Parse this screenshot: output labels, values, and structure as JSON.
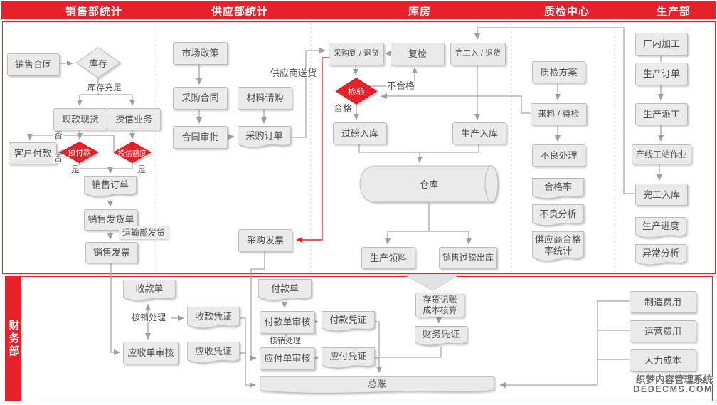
{
  "header": {
    "columns": [
      {
        "id": "sales",
        "label": "销售部统计"
      },
      {
        "id": "supply",
        "label": "供应部统计"
      },
      {
        "id": "warehouse",
        "label": "库房"
      },
      {
        "id": "qc",
        "label": "质检中心"
      },
      {
        "id": "production",
        "label": "生产部"
      }
    ]
  },
  "finance_section": {
    "label": "财务部"
  },
  "nodes": {
    "sales_contract": {
      "label": "销售合同"
    },
    "stock": {
      "label": "库存"
    },
    "cash_spot": {
      "label": "现款现货"
    },
    "credit_business": {
      "label": "授信业务"
    },
    "customer_payment": {
      "label": "客户付款"
    },
    "prepayment": {
      "label": "预付款"
    },
    "credit_limit": {
      "label": "授信额度"
    },
    "sales_order": {
      "label": "销售订单"
    },
    "sales_delivery_note": {
      "label": "销售发货单"
    },
    "sales_invoice": {
      "label": "销售发票"
    },
    "market_policy": {
      "label": "市场政策"
    },
    "purchase_contract": {
      "label": "采购合同"
    },
    "contract_approval": {
      "label": "合同审批"
    },
    "material_request": {
      "label": "材料请购"
    },
    "purchase_order": {
      "label": "采购订单"
    },
    "purchase_invoice": {
      "label": "采购发票"
    },
    "purchase_receipt_return": {
      "label": "采购到 / 退货"
    },
    "recheck": {
      "label": "复检"
    },
    "finished_in_return": {
      "label": "完工入 / 退货"
    },
    "inspection": {
      "label": "检验"
    },
    "weigh_in": {
      "label": "过磅入库"
    },
    "production_in": {
      "label": "生产入库"
    },
    "warehouse": {
      "label": "仓库"
    },
    "production_picking": {
      "label": "生产领料"
    },
    "sales_weigh_out": {
      "label": "销售过磅出库"
    },
    "qc_plan": {
      "label": "质检方案"
    },
    "incoming_pending": {
      "label": "来料 / 待检"
    },
    "defect_handling": {
      "label": "不良处理"
    },
    "pass_rate": {
      "label": "合格率"
    },
    "defect_analysis": {
      "label": "不良分析"
    },
    "supplier_pass_rate": {
      "label": "供应商合格\n率统计"
    },
    "factory_processing": {
      "label": "厂内加工"
    },
    "production_order": {
      "label": "生产订单"
    },
    "production_dispatch": {
      "label": "生产派工"
    },
    "line_station_work": {
      "label": "产线工站作业"
    },
    "finished_warehouse_in": {
      "label": "完工入库"
    },
    "production_progress": {
      "label": "生产进度"
    },
    "abnormal_analysis": {
      "label": "异常分析"
    },
    "receipt_note": {
      "label": "收款单"
    },
    "receipt_voucher": {
      "label": "收款凭证"
    },
    "receivable_audit": {
      "label": "应收单审核"
    },
    "receivable_voucher": {
      "label": "应收凭证"
    },
    "payment_note": {
      "label": "付款单"
    },
    "payment_audit": {
      "label": "付款单审核"
    },
    "payment_voucher": {
      "label": "付款凭证"
    },
    "payable_audit": {
      "label": "应付单审核"
    },
    "payable_voucher": {
      "label": "应付凭证"
    },
    "inventory_costing": {
      "label": "存货记账\n成本核算"
    },
    "finance_voucher": {
      "label": "财务凭证"
    },
    "general_ledger": {
      "label": "总账"
    },
    "manufacturing_cost": {
      "label": "制造费用"
    },
    "operating_cost": {
      "label": "运营费用"
    },
    "labor_cost": {
      "label": "人力成本"
    }
  },
  "edge_labels": {
    "inventory_sufficient": "库存充足",
    "no_top": "否",
    "no_bottom": "否",
    "yes_left": "是",
    "yes_right": "是",
    "supplier_delivery": "供应商送货",
    "transport_delivery": "运输部发货",
    "unqualified": "不合格",
    "qualified": "合格",
    "writeoff_receipt": "核销处理",
    "writeoff_payment": "核销处理"
  },
  "watermark": {
    "line1": "织梦内容管理系统",
    "line2": "DEDECMS.COM"
  },
  "colors": {
    "accent_red": "#e7212a",
    "node_fill": "#eaeaea",
    "node_border": "#bcbcbc",
    "connector_gray": "#9f9f9f",
    "text_gray": "#4f4f4f"
  }
}
